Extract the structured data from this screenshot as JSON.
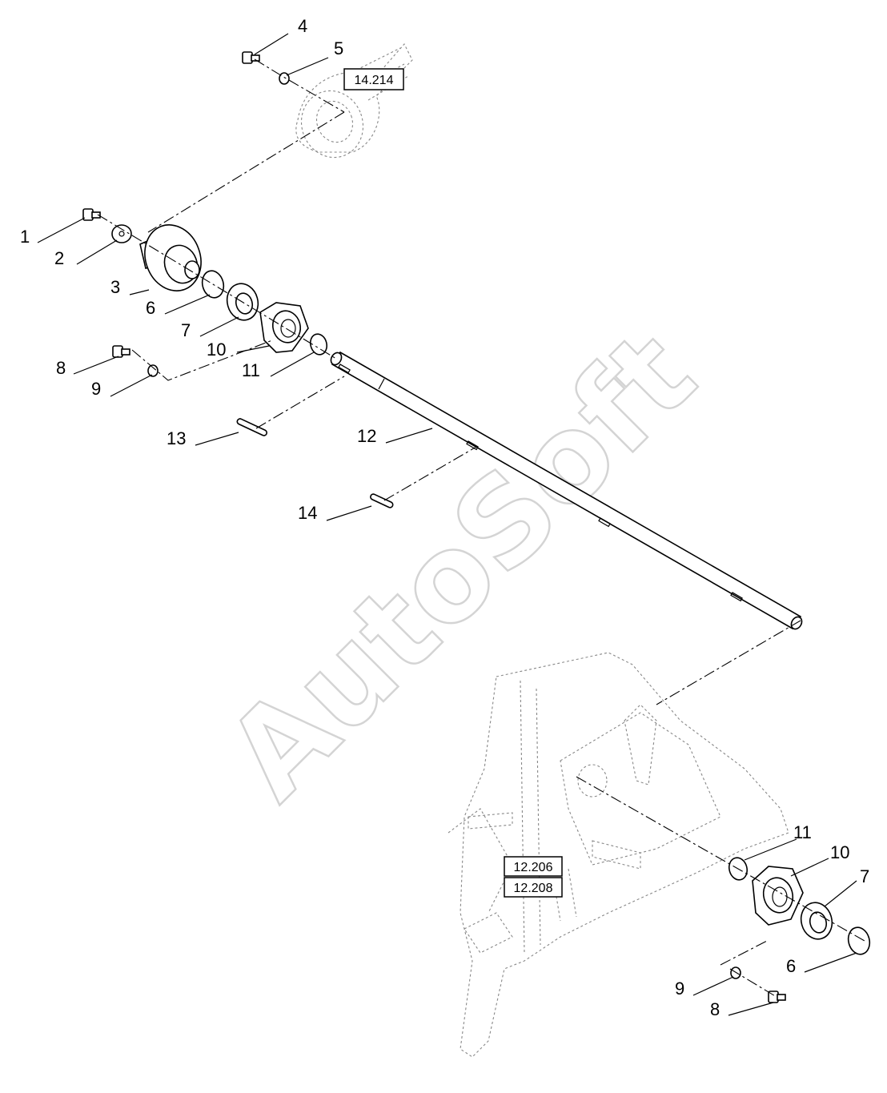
{
  "watermark": "AutoSoft",
  "references": {
    "ref_top": "14.214",
    "ref_frame_1": "12.206",
    "ref_frame_2": "12.208"
  },
  "callouts": {
    "c1": "1",
    "c2": "2",
    "c3": "3",
    "c4": "4",
    "c5": "5",
    "c6a": "6",
    "c7a": "7",
    "c8a": "8",
    "c9a": "9",
    "c10a": "10",
    "c11a": "11",
    "c12": "12",
    "c13": "13",
    "c14": "14",
    "c11b": "11",
    "c10b": "10",
    "c7b": "7",
    "c6b": "6",
    "c9b": "9",
    "c8b": "8"
  }
}
